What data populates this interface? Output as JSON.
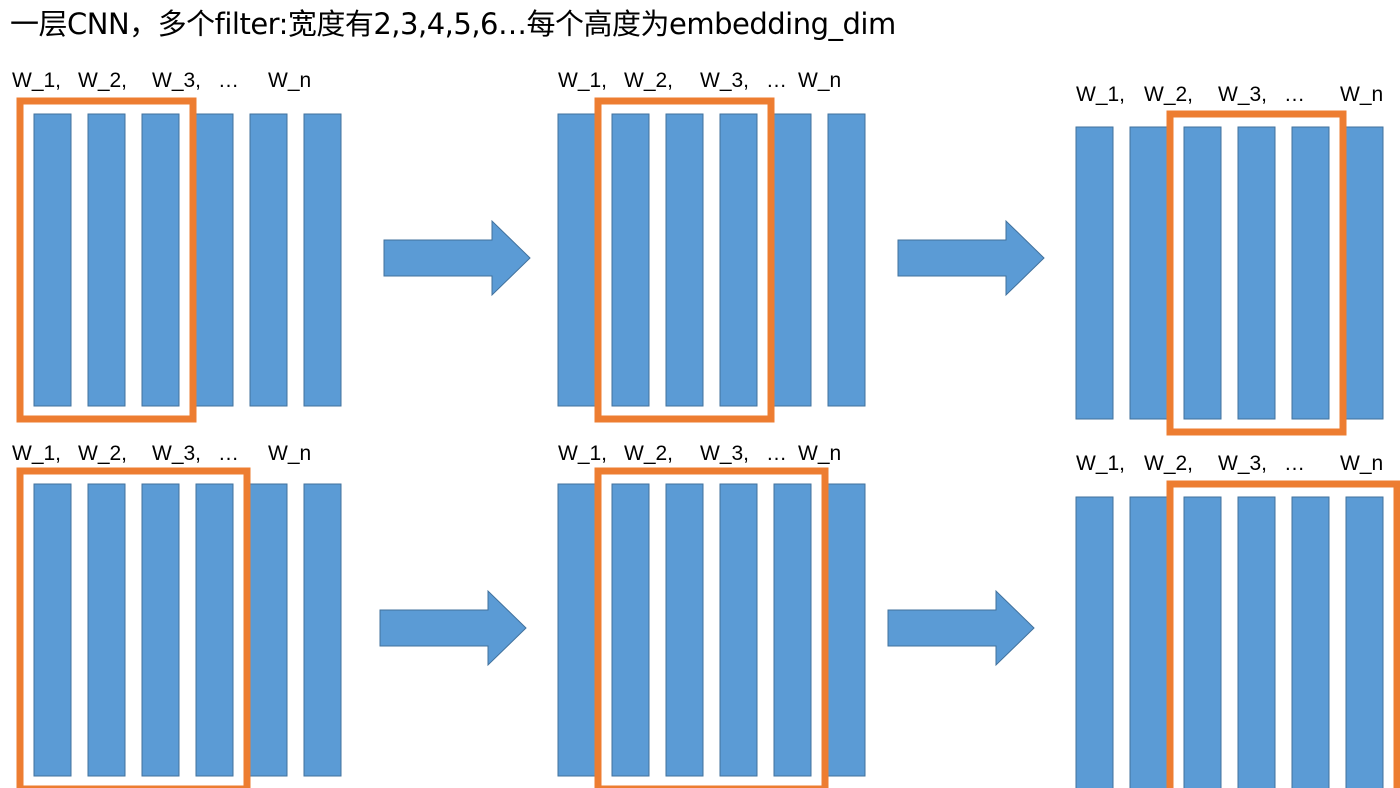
{
  "title": "一层CNN，多个filter:宽度有2,3,4,5,6…每个高度为embedding_dim",
  "colors": {
    "column_fill": "#5b9bd5",
    "column_stroke": "#41719c",
    "window_stroke": "#ed7d31",
    "arrow_fill": "#5b9bd5",
    "text": "#000000"
  },
  "word_label_sets": {
    "first": [
      "W_1,",
      "W_2,",
      "W_3,",
      "…",
      "W_n"
    ],
    "second": [
      "W_1,",
      "W_2,",
      "W_3,",
      "…",
      "W_n"
    ],
    "third": [
      "W_1,",
      "W_2,",
      "W_3,",
      "…",
      "W_n"
    ]
  },
  "rows": [
    {
      "filter_width": 3,
      "window_start_positions": [
        1,
        2,
        3
      ]
    },
    {
      "filter_width": 4,
      "window_start_positions": [
        1,
        2,
        3
      ]
    }
  ],
  "column_count": 6,
  "arrow_icon": "right-arrow-icon"
}
